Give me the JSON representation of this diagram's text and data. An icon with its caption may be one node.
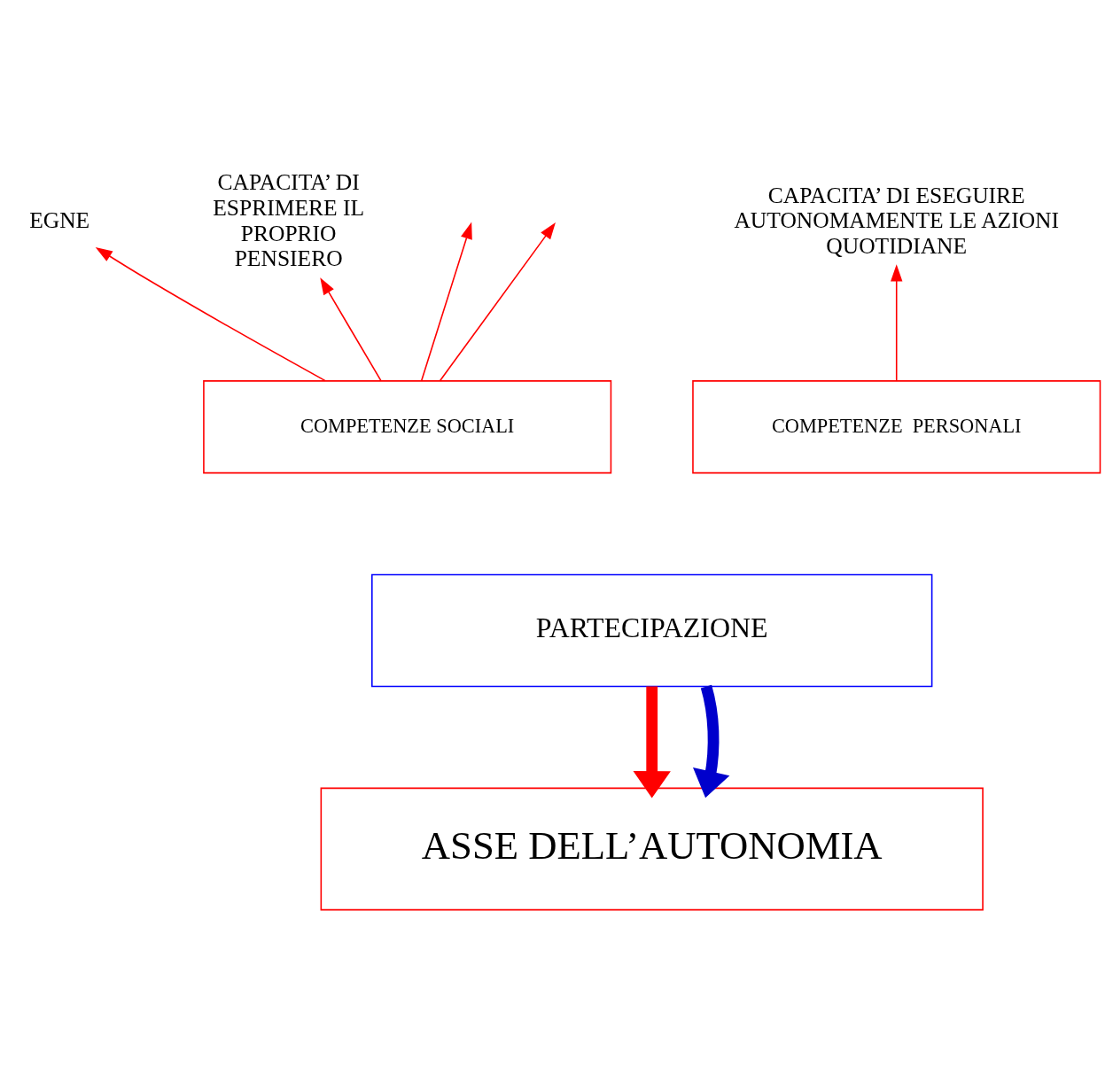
{
  "diagram": {
    "nodes": [
      {
        "text": [
          "EGNE"
        ]
      },
      {
        "text": [
          "CAPACITA’ DI ESPRIMERE IL PROPRIO PENSIERO"
        ]
      },
      {
        "text": [
          "CAPACITA’ DI ESEGUIRE AUTONOMAMENTE LE AZIONI QUOTIDIANE"
        ]
      },
      {
        "text": [
          "COMPETENZE SOCIALI"
        ]
      },
      {
        "text": [
          "COMPETENZE  PERSONALI"
        ]
      },
      {
        "text": [
          "PARTECIPAZIONE"
        ]
      },
      {
        "text": [
          "ASSE DELL’AUTONOMIA"
        ]
      }
    ],
    "edges": [
      {
        "from": 3,
        "to": 0,
        "arrow": "to",
        "color": "#ff0000"
      },
      {
        "from": 3,
        "to": null,
        "arrow": "to",
        "color": "#ff0000"
      },
      {
        "from": 3,
        "to": null,
        "arrow": "to",
        "color": "#ff0000"
      },
      {
        "from": 3,
        "to": 1,
        "arrow": "to",
        "color": "#ff0000"
      },
      {
        "from": 4,
        "to": 2,
        "arrow": "to",
        "color": "#ff0000"
      },
      {
        "from": 5,
        "to": 6,
        "arrow": "to",
        "style": "thick",
        "color": "#ff0000"
      },
      {
        "from": 5,
        "to": 6,
        "arrow": "to",
        "style": "thick",
        "color": "#0000cc"
      }
    ]
  }
}
